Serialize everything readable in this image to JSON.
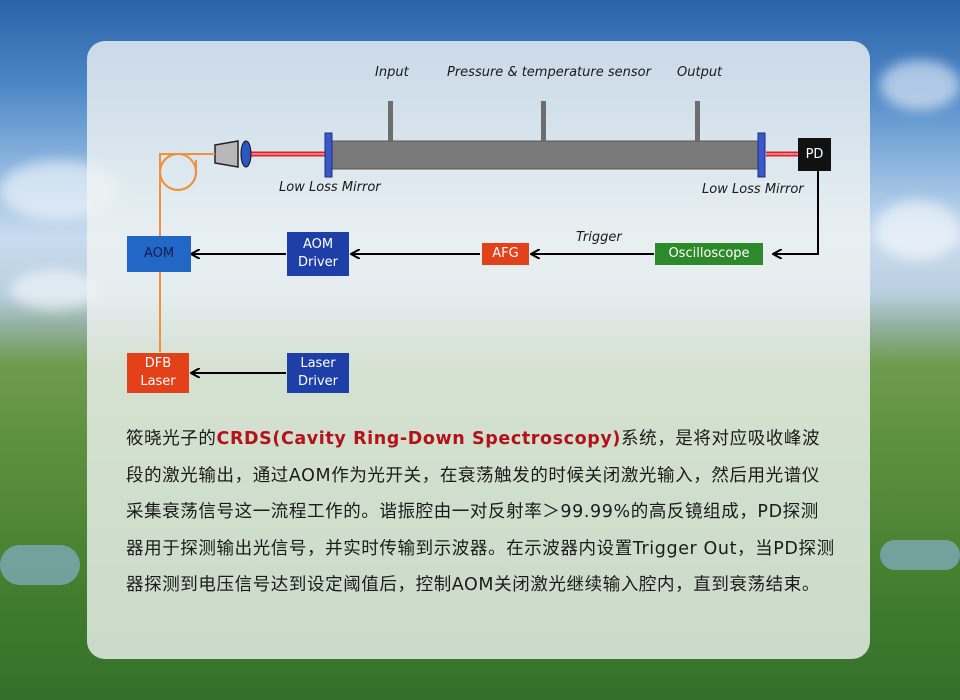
{
  "labels": {
    "input": "Input",
    "sensor": "Pressure & temperature sensor",
    "output": "Output",
    "mirror_left": "Low Loss Mirror",
    "mirror_right": "Low Loss Mirror",
    "trigger": "Trigger"
  },
  "boxes": {
    "pd": "PD",
    "aom": "AOM",
    "aom_driver_line1": "AOM",
    "aom_driver_line2": "Driver",
    "afg": "AFG",
    "oscilloscope": "Oscilloscope",
    "dfb_line1": "DFB",
    "dfb_line2": "Laser",
    "laser_driver_line1": "Laser",
    "laser_driver_line2": "Driver"
  },
  "description": {
    "prefix": "筱晓光子的",
    "highlight": "CRDS(Cavity Ring-Down Spectroscopy)",
    "body": "系统，是将对应吸收峰波段的激光输出，通过AOM作为光开关，在衰荡触发的时候关闭激光输入，然后用光谱仪采集衰荡信号这一流程工作的。谐振腔由一对反射率＞99.99%的高反镜组成，PD探测器用于探测输出光信号，并实时传输到示波器。在示波器内设置Trigger Out，当PD探测器探测到电压信号达到设定阈值后，控制AOM关闭激光继续输入腔内，直到衰荡结束。"
  },
  "colors": {
    "highlight": "#b4121b",
    "box_blue": "#1f3fa8",
    "box_red": "#e2411a",
    "box_green": "#2d8a2a",
    "fiber": "#f0903a",
    "laser": "#e0202a"
  }
}
